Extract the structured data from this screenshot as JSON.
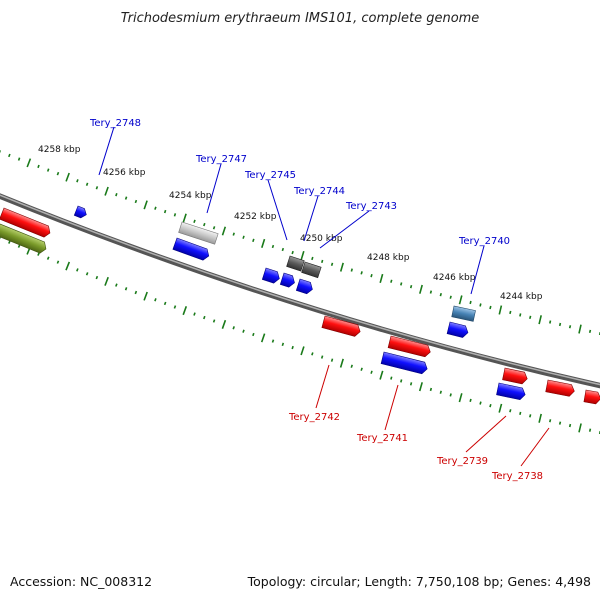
{
  "title": "Trichodesmium erythraeum IMS101, complete genome",
  "footer": {
    "accession": "Accession: NC_008312",
    "summary": "Topology: circular; Length: 7,750,108 bp; Genes: 4,498"
  },
  "scale_labels": [
    "4258 kbp",
    "4256 kbp",
    "4254 kbp",
    "4252 kbp",
    "4250 kbp",
    "4248 kbp",
    "4246 kbp",
    "4244 kbp"
  ],
  "forward_genes": [
    "Tery_2748",
    "Tery_2747",
    "Tery_2745",
    "Tery_2744",
    "Tery_2743",
    "Tery_2740"
  ],
  "reverse_genes": [
    "Tery_2742",
    "Tery_2741",
    "Tery_2739",
    "Tery_2738"
  ],
  "colors": {
    "forward_label": "#0000cc",
    "reverse_label": "#cc0000",
    "gene_red": "#ee0000",
    "gene_blue": "#0000ee",
    "gene_grey": "#bbbbbb",
    "gene_dark": "#555555",
    "gene_steel": "#4682b4",
    "gene_olive": "#6b8e23",
    "tick_green": "#1a7a1a",
    "backbone": "#888888"
  }
}
